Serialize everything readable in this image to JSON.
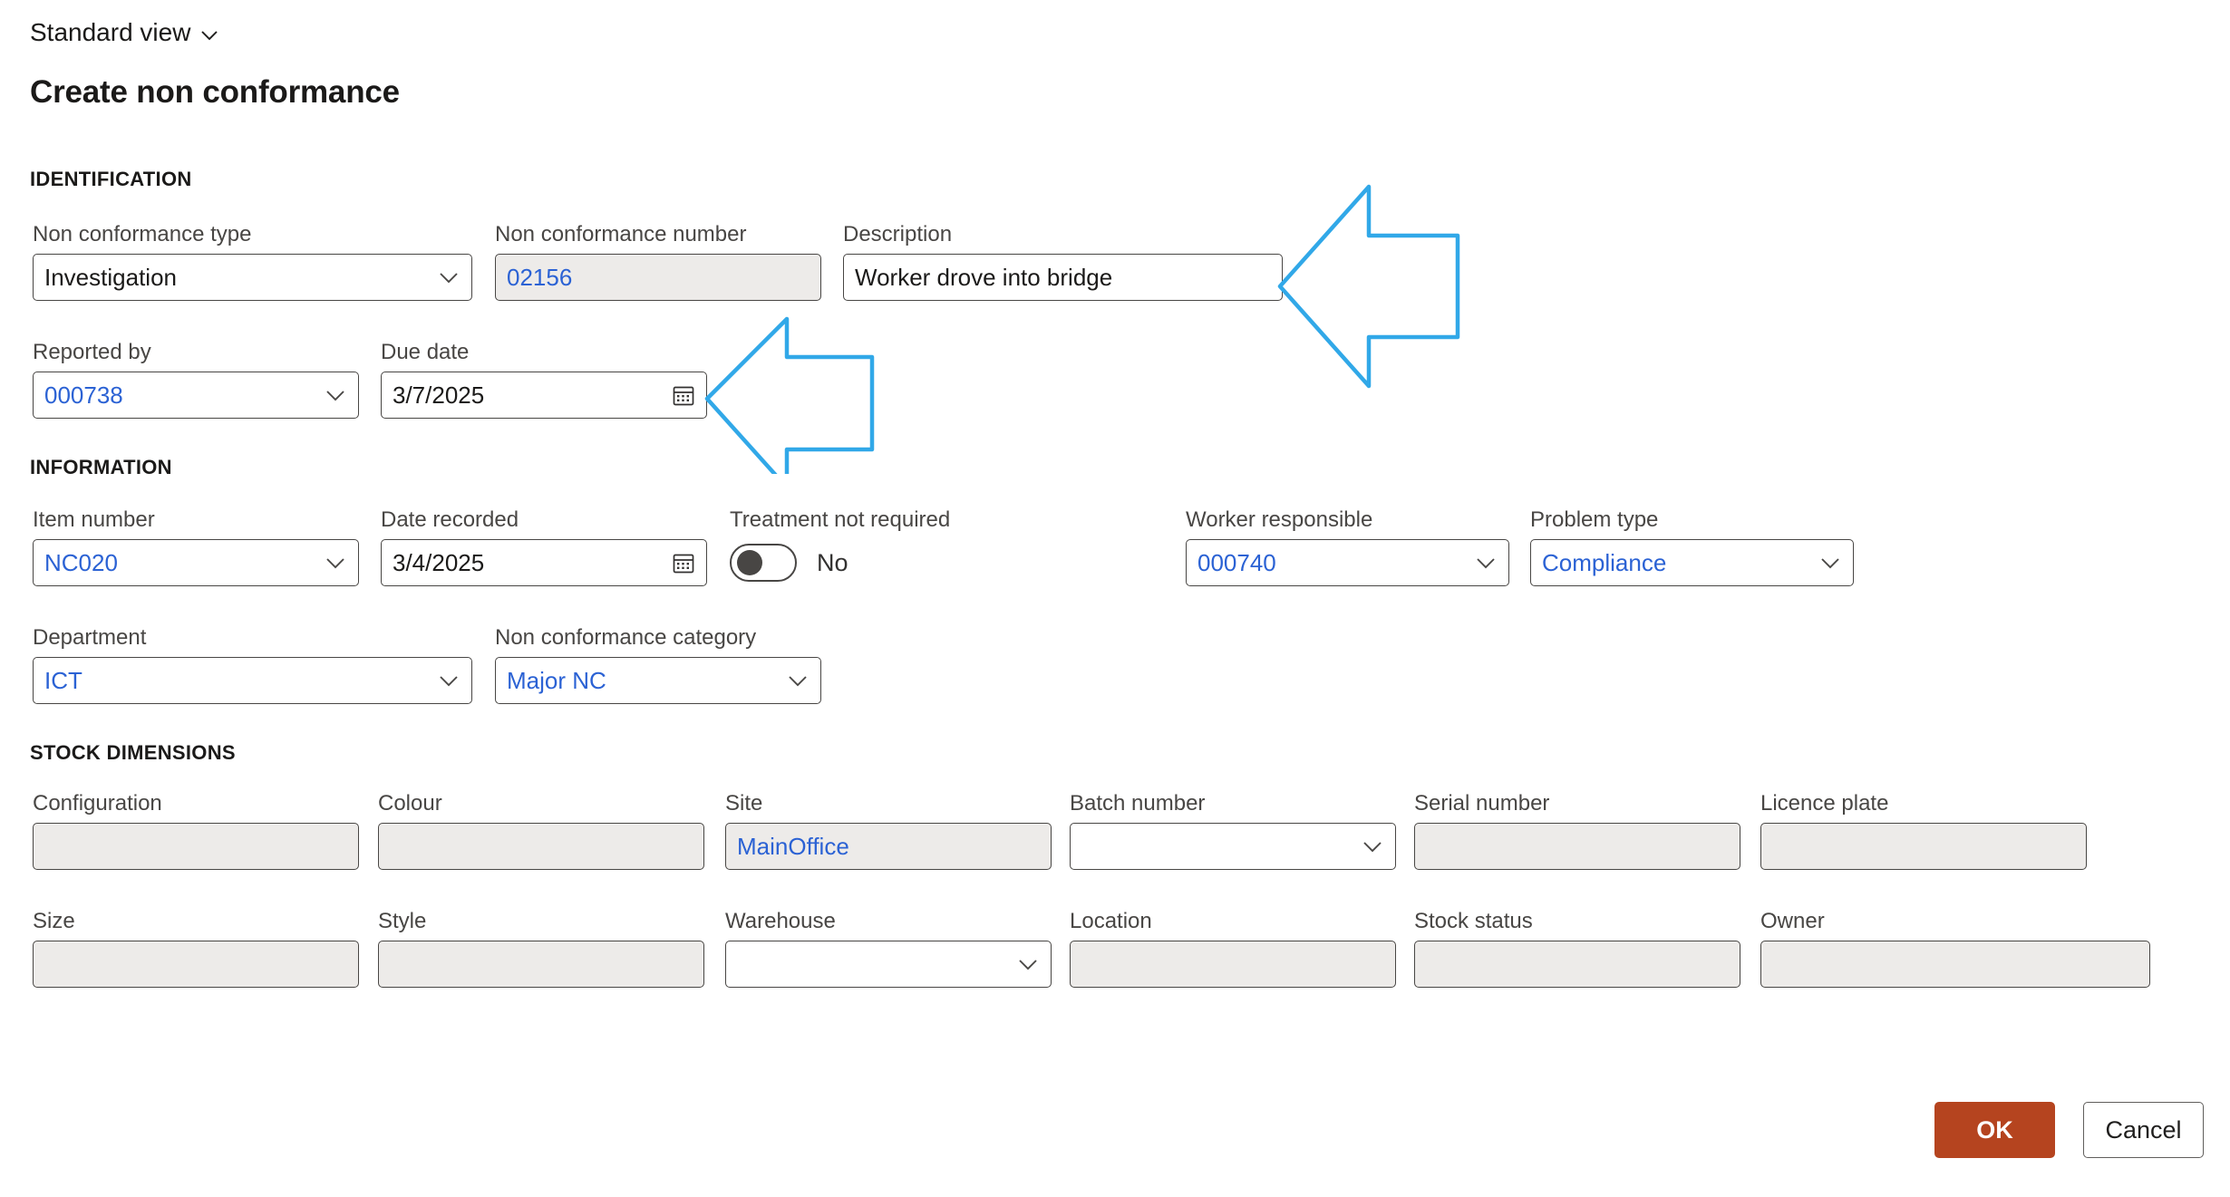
{
  "header": {
    "view_switcher_label": "Standard view",
    "view_switcher_icon": "chevron-down-icon",
    "title": "Create non conformance"
  },
  "sections": {
    "identification": {
      "heading": "IDENTIFICATION",
      "fields": {
        "non_conformance_type": {
          "label": "Non conformance type",
          "value": "Investigation",
          "type": "dropdown",
          "disabled": false,
          "value_style": "plain"
        },
        "non_conformance_number": {
          "label": "Non conformance number",
          "value": "02156",
          "type": "text",
          "disabled": true,
          "value_style": "link"
        },
        "description": {
          "label": "Description",
          "value": "Worker drove into bridge",
          "type": "text",
          "disabled": false,
          "value_style": "plain"
        },
        "reported_by": {
          "label": "Reported by",
          "value": "000738",
          "type": "dropdown",
          "disabled": false,
          "value_style": "link"
        },
        "due_date": {
          "label": "Due date",
          "value": "3/7/2025",
          "type": "date",
          "disabled": false,
          "value_style": "plain"
        }
      }
    },
    "information": {
      "heading": "INFORMATION",
      "fields": {
        "item_number": {
          "label": "Item number",
          "value": "NC020",
          "type": "dropdown",
          "disabled": false,
          "value_style": "link"
        },
        "date_recorded": {
          "label": "Date recorded",
          "value": "3/4/2025",
          "type": "date",
          "disabled": false,
          "value_style": "plain"
        },
        "treatment_not_required": {
          "label": "Treatment not required",
          "value": "No",
          "type": "toggle",
          "state": "off"
        },
        "worker_responsible": {
          "label": "Worker responsible",
          "value": "000740",
          "type": "dropdown",
          "disabled": false,
          "value_style": "link"
        },
        "problem_type": {
          "label": "Problem type",
          "value": "Compliance",
          "type": "dropdown",
          "disabled": false,
          "value_style": "link"
        },
        "department": {
          "label": "Department",
          "value": "ICT",
          "type": "dropdown",
          "disabled": false,
          "value_style": "link"
        },
        "non_conformance_category": {
          "label": "Non conformance category",
          "value": "Major NC",
          "type": "dropdown",
          "disabled": false,
          "value_style": "link"
        }
      }
    },
    "stock_dimensions": {
      "heading": "STOCK DIMENSIONS",
      "fields": {
        "configuration": {
          "label": "Configuration",
          "value": "",
          "type": "text",
          "disabled": true,
          "value_style": "plain"
        },
        "colour": {
          "label": "Colour",
          "value": "",
          "type": "text",
          "disabled": true,
          "value_style": "plain"
        },
        "site": {
          "label": "Site",
          "value": "MainOffice",
          "type": "text",
          "disabled": true,
          "value_style": "link"
        },
        "batch_number": {
          "label": "Batch number",
          "value": "",
          "type": "dropdown",
          "disabled": false,
          "value_style": "plain"
        },
        "serial_number": {
          "label": "Serial number",
          "value": "",
          "type": "text",
          "disabled": true,
          "value_style": "plain"
        },
        "licence_plate": {
          "label": "Licence plate",
          "value": "",
          "type": "text",
          "disabled": true,
          "value_style": "plain"
        },
        "size": {
          "label": "Size",
          "value": "",
          "type": "text",
          "disabled": true,
          "value_style": "plain"
        },
        "style": {
          "label": "Style",
          "value": "",
          "type": "text",
          "disabled": true,
          "value_style": "plain"
        },
        "warehouse": {
          "label": "Warehouse",
          "value": "",
          "type": "dropdown",
          "disabled": false,
          "value_style": "plain"
        },
        "location": {
          "label": "Location",
          "value": "",
          "type": "text",
          "disabled": true,
          "value_style": "plain"
        },
        "stock_status": {
          "label": "Stock status",
          "value": "",
          "type": "text",
          "disabled": true,
          "value_style": "plain"
        },
        "owner": {
          "label": "Owner",
          "value": "",
          "type": "text",
          "disabled": true,
          "value_style": "plain"
        }
      }
    }
  },
  "footer": {
    "ok_label": "OK",
    "cancel_label": "Cancel"
  },
  "annotations": [
    {
      "name": "annotation-arrow-description",
      "direction": "left",
      "target": "description"
    },
    {
      "name": "annotation-arrow-due-date",
      "direction": "left",
      "target": "due_date"
    }
  ],
  "colors": {
    "primary_button": "#b5441f",
    "link_text": "#2b62d4",
    "annotation": "#31a8e8",
    "disabled_field": "#edebe9",
    "border": "#484644",
    "label_text": "#484644"
  }
}
